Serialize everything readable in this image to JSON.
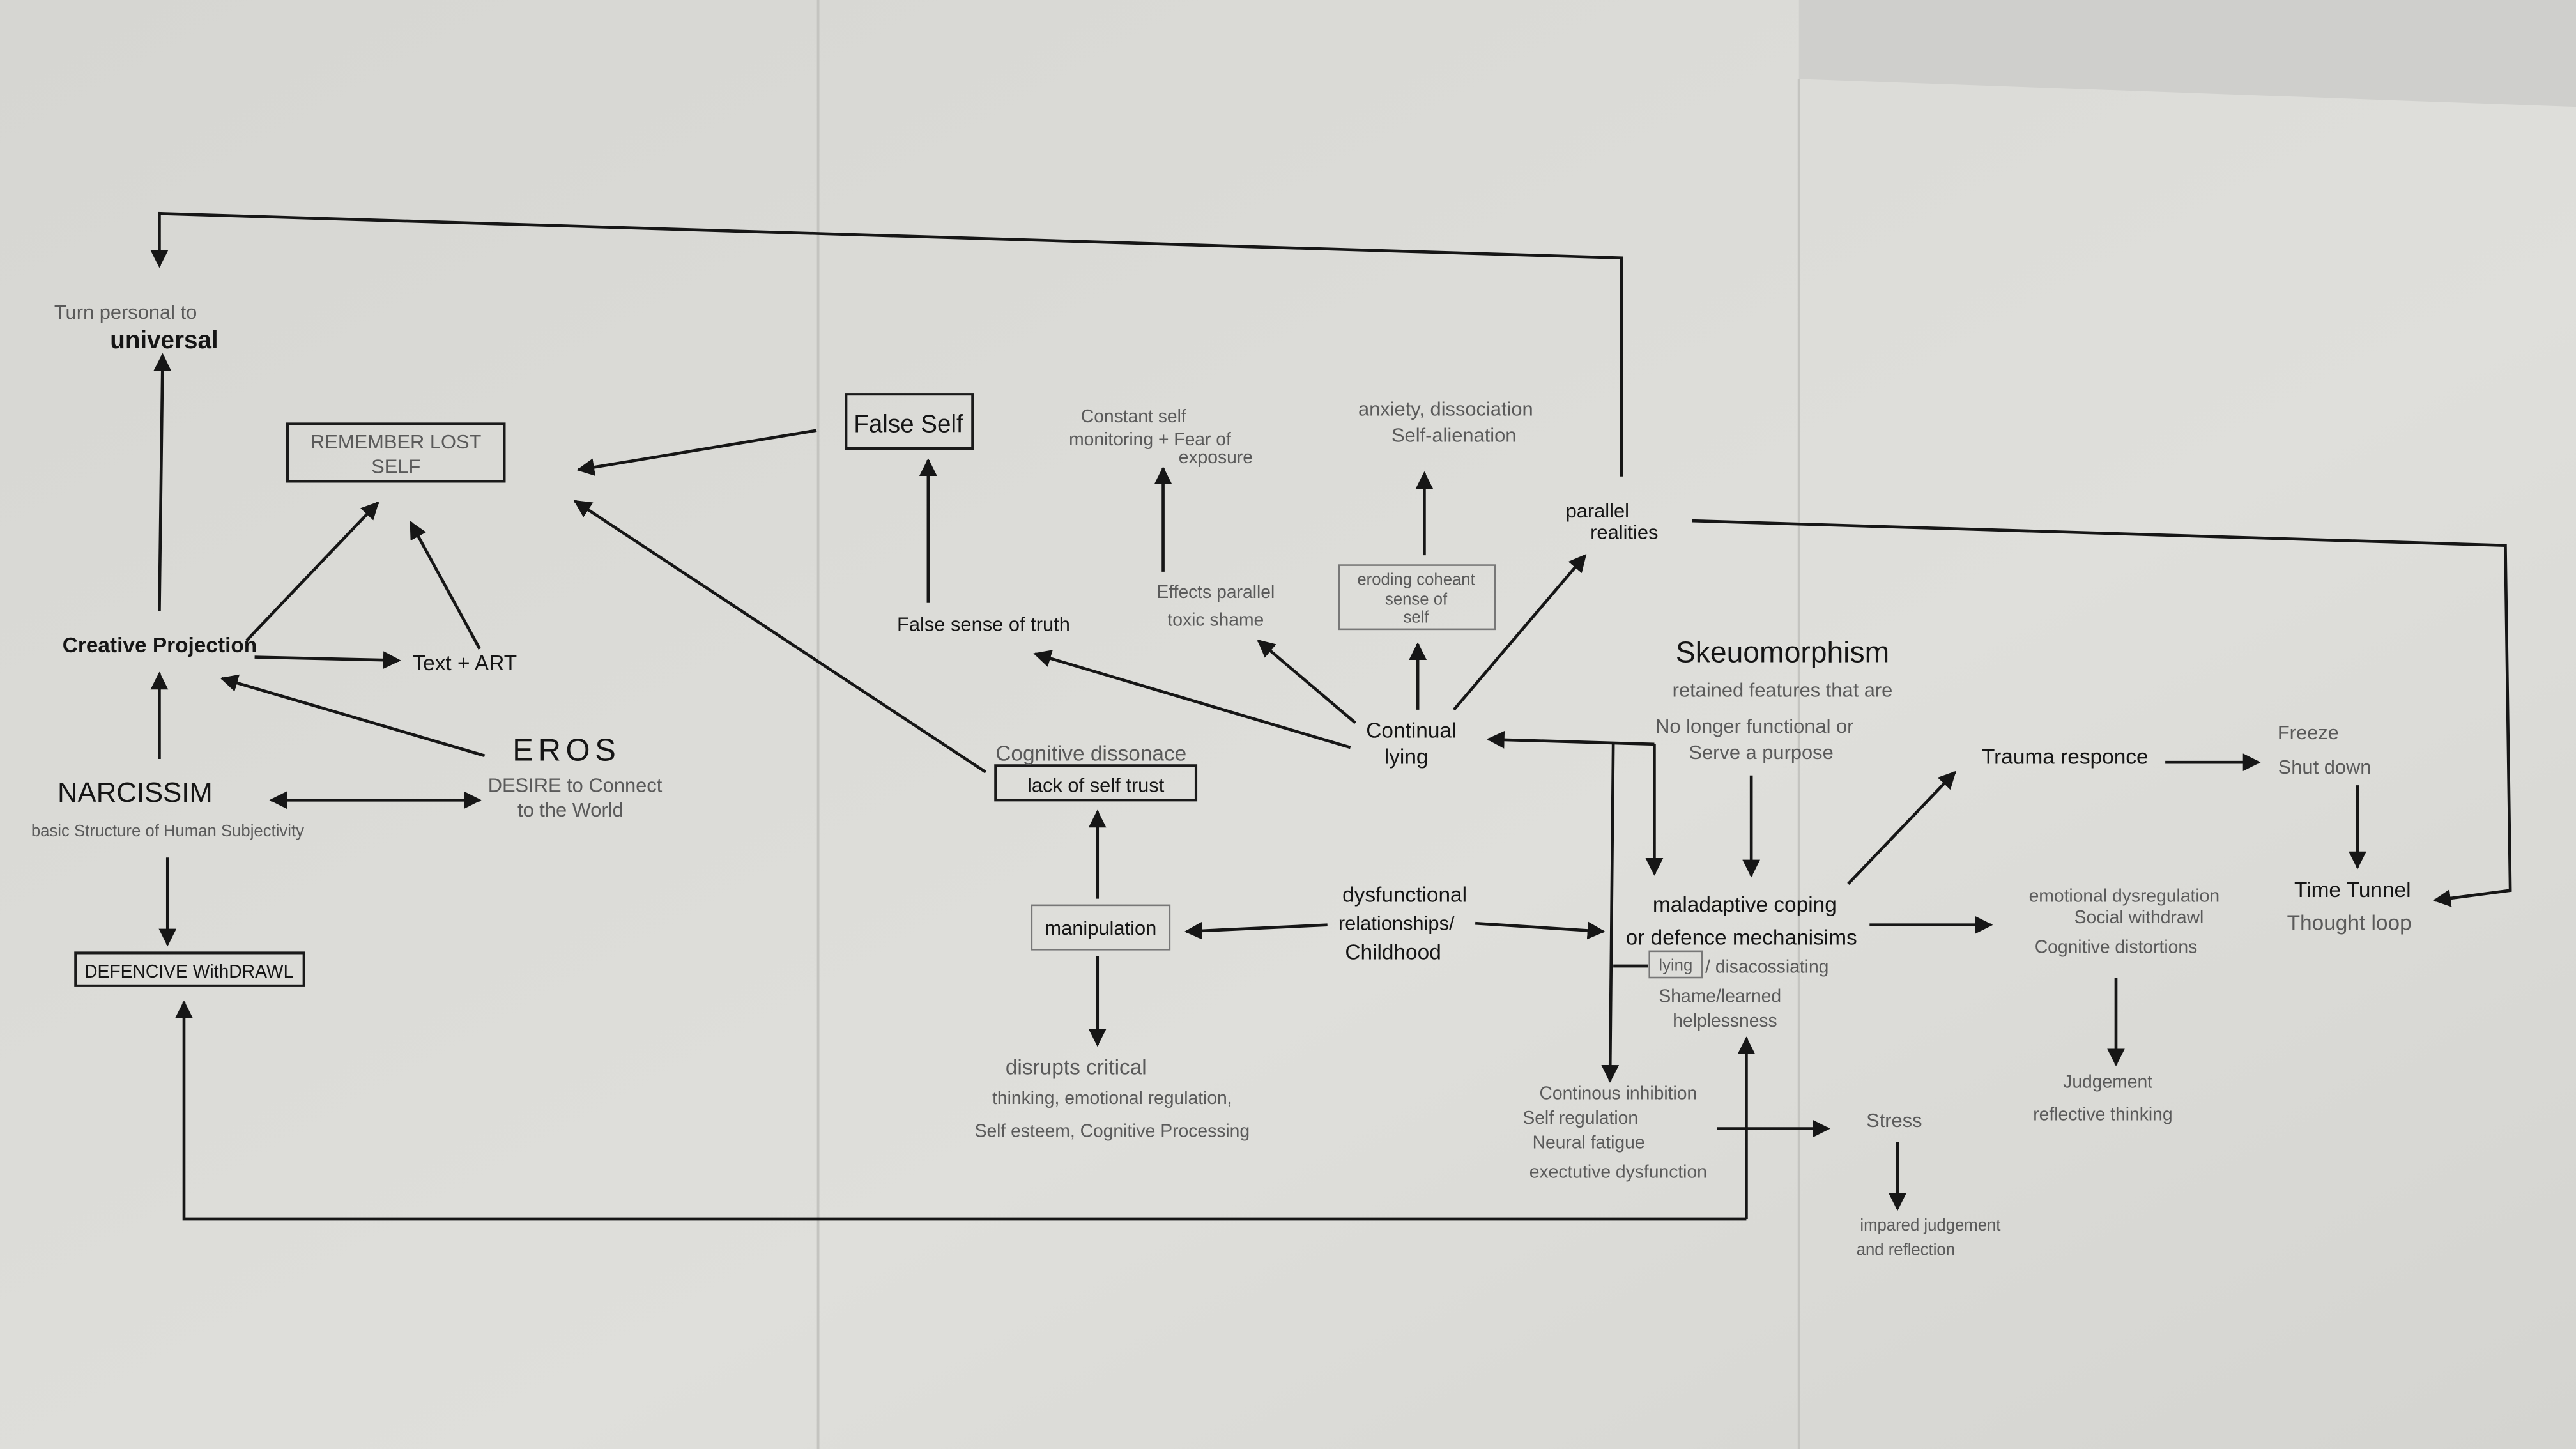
{
  "colors": {
    "paper": "#dcdcd8",
    "ink": "#151515",
    "pencil": "#5a5a5a"
  },
  "nodes": {
    "turn_personal": [
      "Turn personal to",
      "universal"
    ],
    "remember_lost_self": [
      "REMEMBER LOST",
      "SELF"
    ],
    "false_self": "False Self",
    "constant_self": [
      "Constant self",
      "monitoring + Fear of",
      "exposure"
    ],
    "anxiety": [
      "anxiety, dissociation",
      "Self-alienation"
    ],
    "parallel_realities": [
      "parallel",
      "realities"
    ],
    "creative_projection": "Creative Projection",
    "text_art": "Text + ART",
    "false_sense_truth": "False sense of truth",
    "effects_shame": [
      "Effects parallel",
      "toxic shame"
    ],
    "eroding_self": [
      "eroding coheant",
      "sense of",
      "self"
    ],
    "eros": {
      "title": "EROS",
      "sub": [
        "DESIRE to Connect",
        "to the World"
      ]
    },
    "narcissim": {
      "title": "NARCISSIM",
      "sub": "basic Structure of Human Subjectivity"
    },
    "cognitive_dissonance": "Cognitive dissonace",
    "lack_self_trust": "lack of self trust",
    "continual_lying": [
      "Continual",
      "lying"
    ],
    "skeuomorphism": {
      "title": "Skeuomorphism",
      "sub": [
        "retained features that are",
        "No longer functional or",
        "Serve a purpose"
      ]
    },
    "trauma_response": "Trauma responce",
    "freeze": [
      "Freeze",
      "Shut down"
    ],
    "maladaptive": {
      "title": [
        "maladaptive coping",
        "or defence mechanisims"
      ],
      "lying": "lying",
      "sub": [
        "/ disacossiating",
        "Shame/learned",
        "helplessness"
      ]
    },
    "emotional": [
      "emotional dysregulation",
      "Social withdrawl",
      "Cognitive distortions"
    ],
    "time_tunnel": {
      "title": "Time Tunnel",
      "sub": "Thought loop"
    },
    "defencive_withdrawl": "DEFENCIVE WithDRAWL",
    "dysfunctional": [
      "dysfunctional",
      "relationships/",
      "Childhood"
    ],
    "manipulation": "manipulation",
    "disrupts": [
      "disrupts critical",
      "thinking, emotional regulation,",
      "Self esteem, Cognitive Processing"
    ],
    "continuous_inhibition": [
      "Continous inhibition",
      "Self regulation",
      "Neural fatigue",
      "exectutive dysfunction"
    ],
    "stress": "Stress",
    "impaired": [
      "impared judgement",
      "and reflection"
    ],
    "judgement": [
      "Judgement",
      "reflective thinking"
    ]
  }
}
